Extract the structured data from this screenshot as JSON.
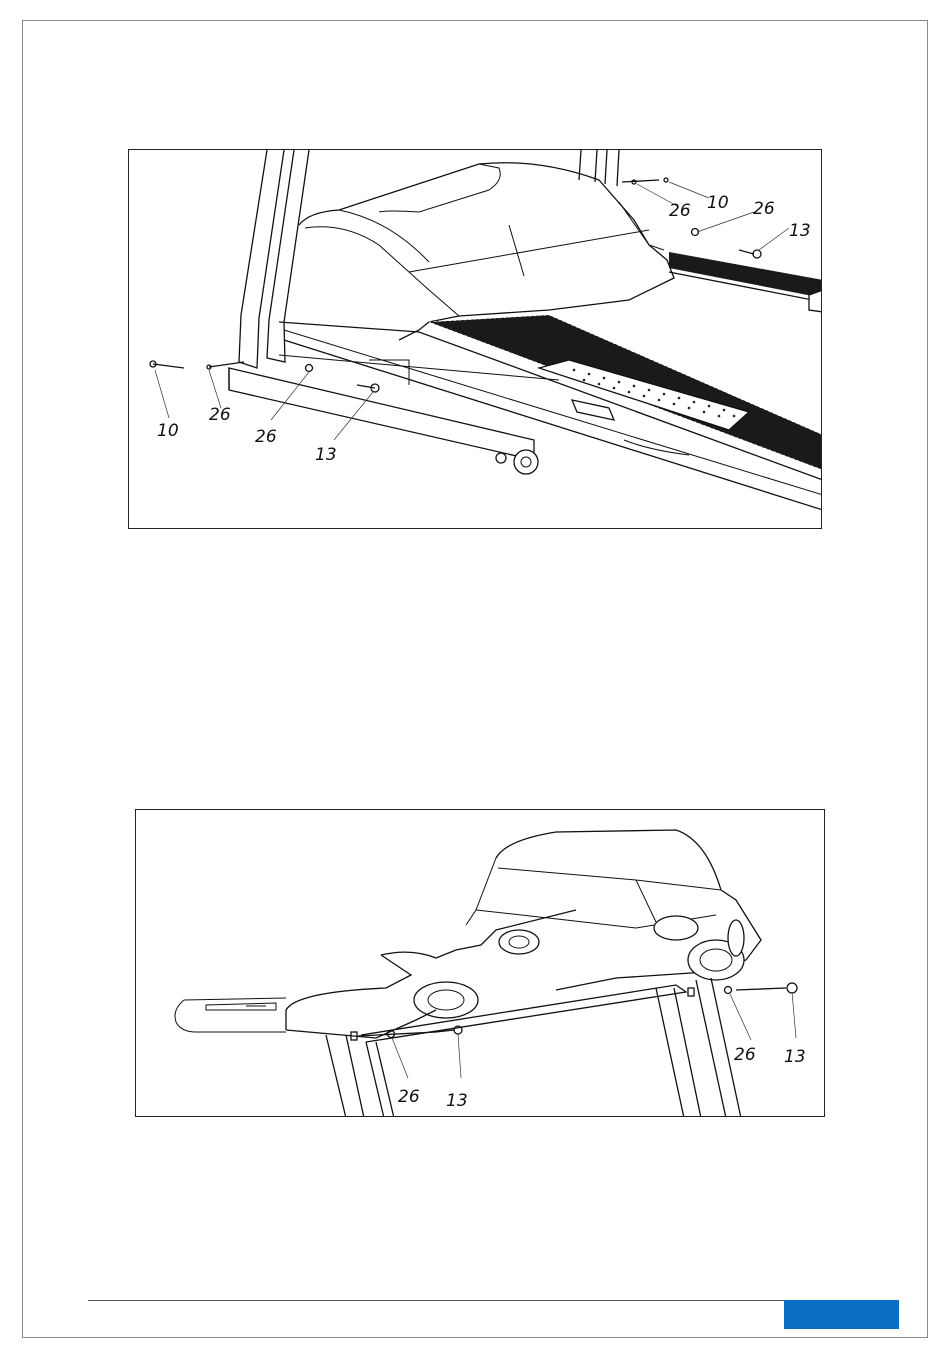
{
  "figure1": {
    "callouts": {
      "left_bolt": "10",
      "left_washer_a": "26",
      "left_washer_b": "26",
      "left_screw": "13",
      "right_bolt": "10",
      "right_washer_a": "26",
      "right_washer_b": "26",
      "right_screw": "13"
    }
  },
  "figure2": {
    "callouts": {
      "left_washer": "26",
      "left_screw": "13",
      "right_washer": "26",
      "right_screw": "13"
    }
  },
  "footer": {
    "accent_color": "#0a6fc2"
  }
}
